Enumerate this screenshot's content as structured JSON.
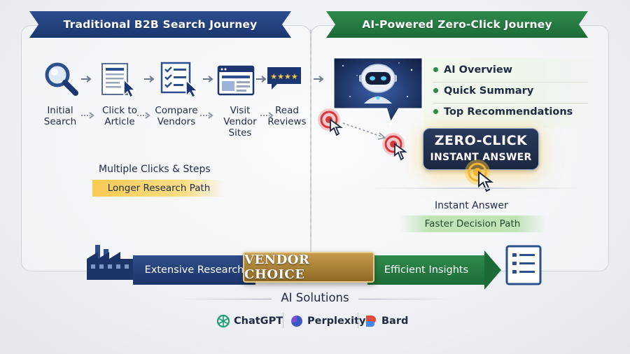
{
  "left_panel": {
    "header": "Traditional B2B Search Journey",
    "steps": [
      {
        "label": "Initial\nSearch",
        "icon": "magnifier-icon"
      },
      {
        "label": "Click to\nArticle",
        "icon": "article-click-icon"
      },
      {
        "label": "Compare\nVendors",
        "icon": "checklist-icon"
      },
      {
        "label": "Visit\nVendor Sites",
        "icon": "browser-window-icon"
      },
      {
        "label": "Read\nReviews",
        "icon": "star-review-icon"
      }
    ],
    "caption": "Multiple Clicks & Steps",
    "highlight": "Longer Research Path"
  },
  "right_panel": {
    "header": "AI-Powered Zero-Click Journey",
    "list": [
      "AI Overview",
      "Quick Summary",
      "Top Recommendations"
    ],
    "answer_line1": "ZERO-CLICK",
    "answer_line2": "INSTANT ANSWER",
    "caption": "Instant Answer",
    "highlight": "Faster Decision Path"
  },
  "bottom": {
    "left_label": "Extensive Research",
    "center_label": "VENDOR CHOICE",
    "right_label": "Efficient Insights",
    "solutions_title": "AI Solutions",
    "brands": [
      "ChatGPT",
      "Perplexity",
      "Bard"
    ]
  },
  "colors": {
    "navy": "#1b3670",
    "green": "#1c6b37",
    "gold": "#b88a3a",
    "highlight_yellow": "#f7c640",
    "highlight_green": "#bee2b4"
  }
}
